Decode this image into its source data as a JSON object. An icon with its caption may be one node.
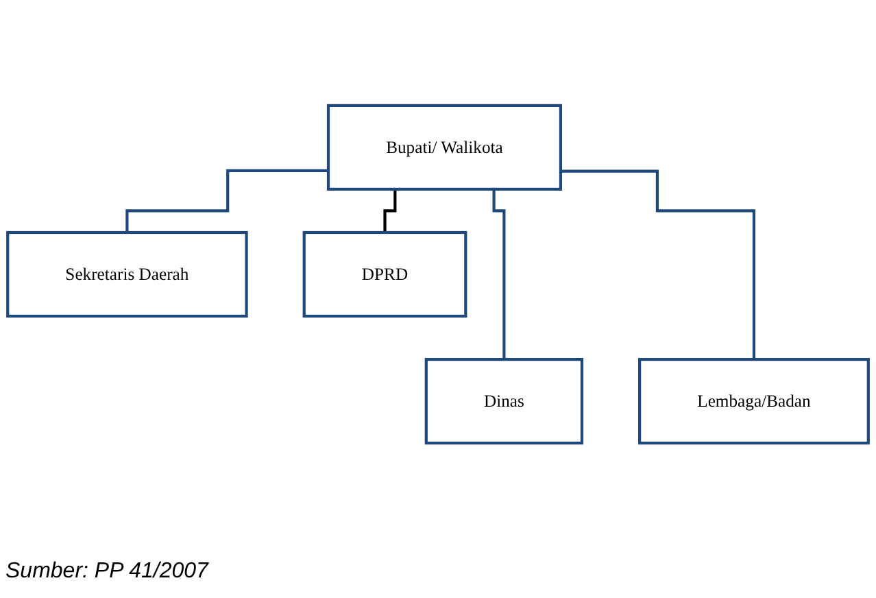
{
  "diagram": {
    "caption": "Sumber: PP 41/2007",
    "nodes": [
      {
        "text": [
          "Bupati/ Walikota"
        ]
      },
      {
        "text": [
          "DPRD"
        ]
      },
      {
        "text": [
          "Sekretaris Daerah"
        ]
      },
      {
        "text": [
          "Dinas"
        ]
      },
      {
        "text": [
          "Lembaga/Badan"
        ]
      }
    ],
    "edges": [
      {
        "from": 0,
        "to": 1,
        "arrow": "none",
        "color": "#000000"
      },
      {
        "from": 0,
        "to": 2,
        "arrow": "none"
      },
      {
        "from": 0,
        "to": 3,
        "arrow": "none"
      },
      {
        "from": 0,
        "to": 4,
        "arrow": "none"
      }
    ]
  }
}
